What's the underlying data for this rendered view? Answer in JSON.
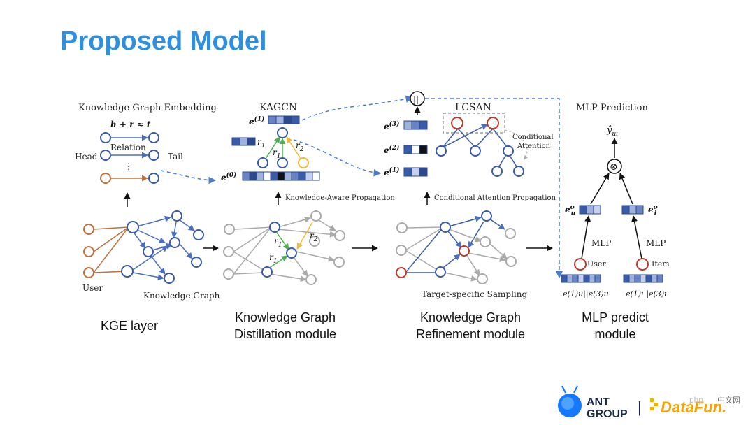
{
  "title": "Proposed Model",
  "kge": {
    "header": "Knowledge Graph Embedding",
    "formula": "h + r ≈ t",
    "relation": "Relation",
    "head": "Head",
    "tail": "Tail",
    "dots": "⋮",
    "user": "User",
    "graph": "Knowledge Graph",
    "caption": "KGE layer"
  },
  "kagcn": {
    "header": "KAGCN",
    "e1": "e",
    "e1_sup": "(1)",
    "e0": "e",
    "e0_sup": "(0)",
    "r1": "r",
    "r1_sub": "1",
    "r2": "r",
    "r2_sub": "2",
    "propagation": "Knowledge-Aware Propagation",
    "caption_line1": "Knowledge Graph",
    "caption_line2": "Distillation module"
  },
  "lcsan": {
    "header": "LCSAN",
    "concat": "||",
    "e3": "e",
    "e3_sup": "(3)",
    "e2": "e",
    "e2_sup": "(2)",
    "e1": "e",
    "e1_sup": "(1)",
    "cond_line1": "Conditional",
    "cond_line2": "Attention",
    "propagation": "Conditional Attention Propagation",
    "sampling": "Target-specific Sampling",
    "caption_line1": "Knowledge Graph",
    "caption_line2": "Refinement module"
  },
  "mlp": {
    "header": "MLP Prediction",
    "yhat": "ŷ",
    "yhat_sub": "ui",
    "otimes": "⊗",
    "eu": "e",
    "eu_sup": "o",
    "eu_sub": "u",
    "ei": "e",
    "ei_sup": "o",
    "ei_sub": "i",
    "mlp_left": "MLP",
    "mlp_right": "MLP",
    "user": "User",
    "item": "Item",
    "concat_u": "e(1)u||e(3)u",
    "concat_i": "e(1)i||e(3)i",
    "caption_line1": "MLP predict",
    "caption_line2": "module"
  },
  "logo": {
    "ant": "ANT",
    "group": "GROUP",
    "separator": "|",
    "datafun": "DataFun.",
    "php": "php",
    "cn": "中文网"
  },
  "colors": {
    "title": "#2f8fde",
    "node_blue": "#3a5ba8",
    "edge_blue": "#4a6fc0",
    "edge_orange": "#c0703a",
    "node_red": "#c0392b",
    "edge_green": "#4caf50",
    "edge_yellow": "#f0b93a",
    "gray": "#aaaaaa",
    "dashed": "#4a7cc9"
  }
}
